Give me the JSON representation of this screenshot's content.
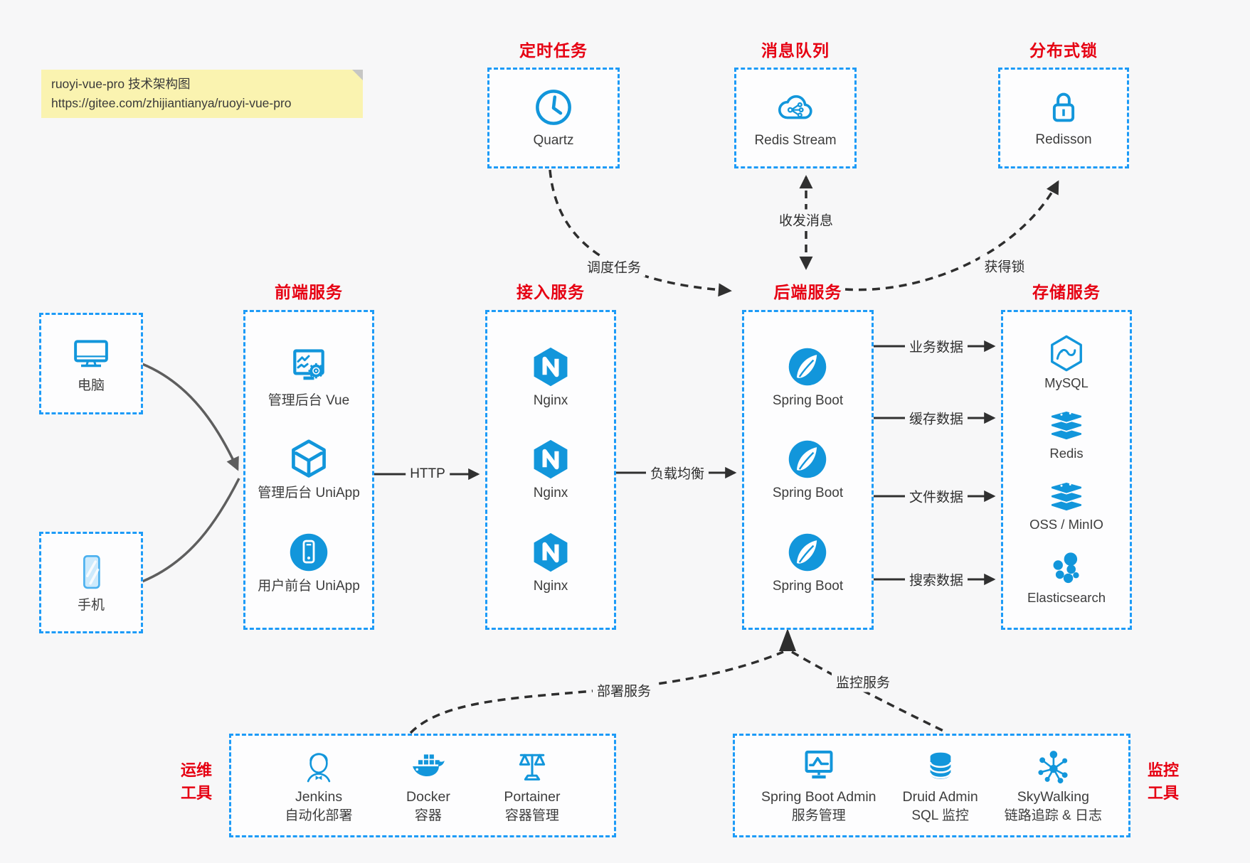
{
  "note": {
    "line1": "ruoyi-vue-pro 技术架构图",
    "line2": "https://gitee.com/zhijiantianya/ruoyi-vue-pro"
  },
  "top": {
    "scheduler": {
      "title": "定时任务",
      "item": "Quartz"
    },
    "mq": {
      "title": "消息队列",
      "item": "Redis Stream"
    },
    "lock": {
      "title": "分布式锁",
      "item": "Redisson"
    }
  },
  "clients": {
    "pc": "电脑",
    "phone": "手机"
  },
  "columns": {
    "frontend": {
      "title": "前端服务",
      "items": [
        "管理后台 Vue",
        "管理后台 UniApp",
        "用户前台 UniApp"
      ]
    },
    "access": {
      "title": "接入服务",
      "items": [
        "Nginx",
        "Nginx",
        "Nginx"
      ]
    },
    "backend": {
      "title": "后端服务",
      "items": [
        "Spring Boot",
        "Spring Boot",
        "Spring Boot"
      ]
    },
    "storage": {
      "title": "存储服务",
      "items": [
        "MySQL",
        "Redis",
        "OSS / MinIO",
        "Elasticsearch"
      ]
    }
  },
  "edges": {
    "http": "HTTP",
    "lb": "负载均衡",
    "biz": "业务数据",
    "cache": "缓存数据",
    "file": "文件数据",
    "search": "搜索数据",
    "schedule": "调度任务",
    "message": "收发消息",
    "acquire_lock": "获得锁",
    "deploy": "部署服务",
    "monitor": "监控服务"
  },
  "ops": {
    "label1": "运维",
    "label2": "工具",
    "items": [
      {
        "name": "Jenkins",
        "desc": "自动化部署"
      },
      {
        "name": "Docker",
        "desc": "容器"
      },
      {
        "name": "Portainer",
        "desc": "容器管理"
      }
    ]
  },
  "monitoring": {
    "label1": "监控",
    "label2": "工具",
    "items": [
      {
        "name": "Spring Boot Admin",
        "desc": "服务管理"
      },
      {
        "name": "Druid Admin",
        "desc": "SQL 监控"
      },
      {
        "name": "SkyWalking",
        "desc": "链路追踪 & 日志"
      }
    ]
  },
  "colors": {
    "icon_blue": "#1296db",
    "border_blue": "#1d9bf7",
    "title_red": "#e60012",
    "note_bg": "#faf3b0",
    "line_dark": "#333333"
  }
}
